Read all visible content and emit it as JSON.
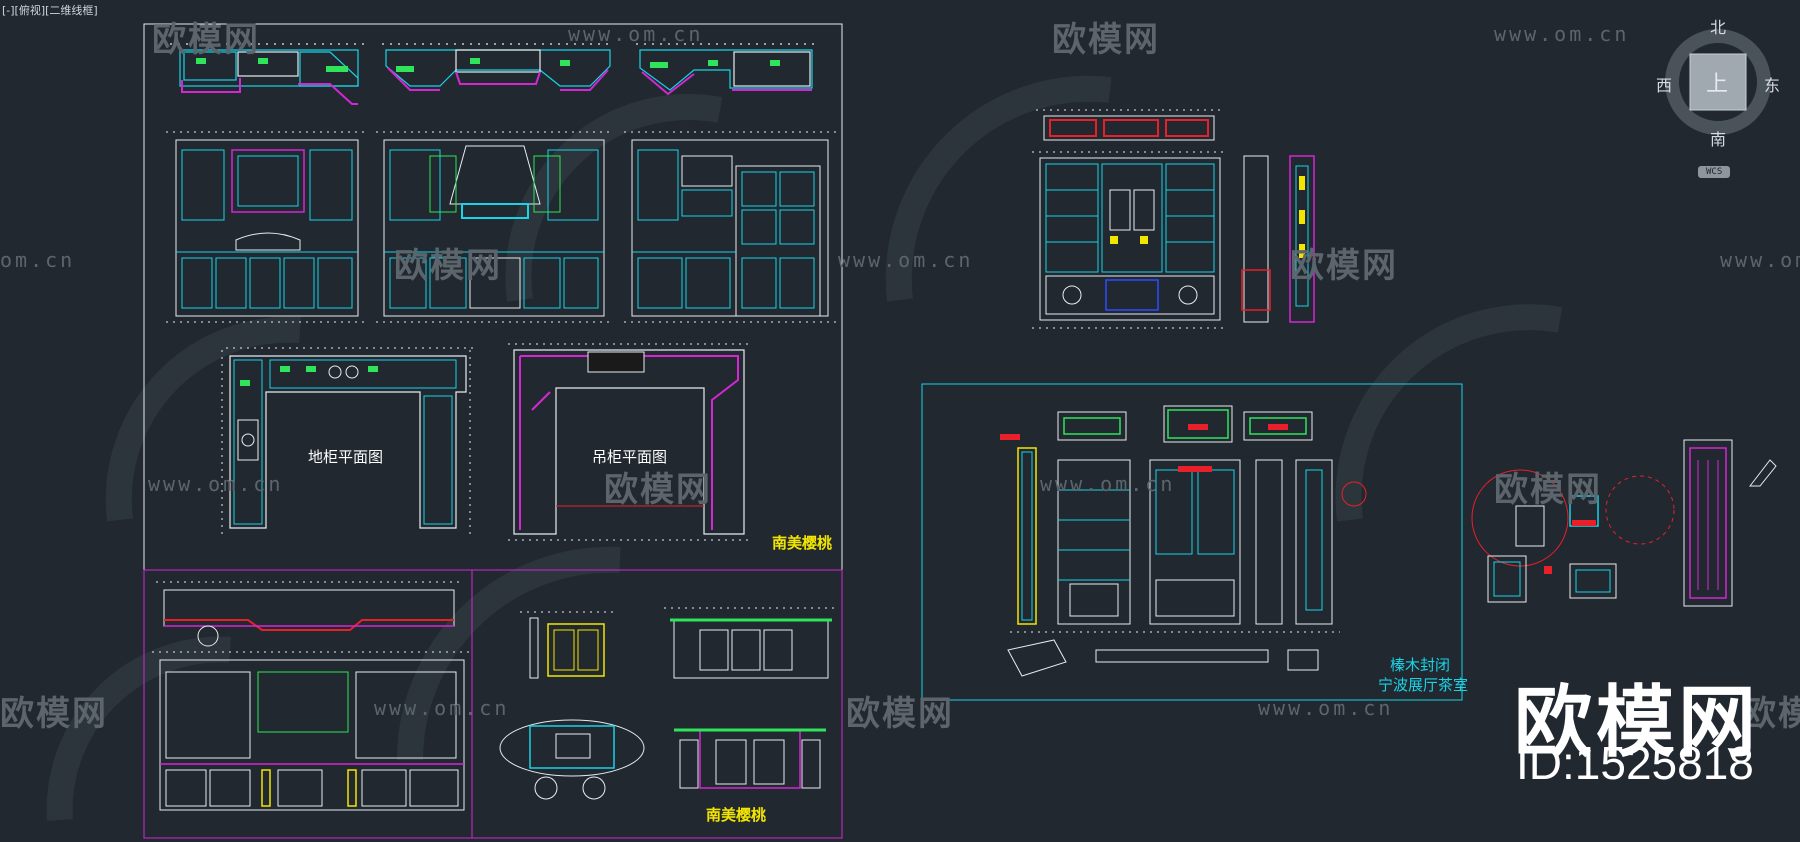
{
  "viewport_label": "[-][俯视][二维线框]",
  "watermark": {
    "logo_text": "欧模网",
    "url_text": "www.om.cn",
    "url_partial": "om.cn"
  },
  "drawings": {
    "base_cabinet_plan": "地柜平面图",
    "wall_cabinet_plan": "吊柜平面图",
    "title_kitchen_top": "南美樱桃",
    "title_kitchen_bottom": "南美樱桃",
    "title_showcase_line1": "榛木封闭",
    "title_showcase_line2": "宁波展厅茶室"
  },
  "compass": {
    "north": "北",
    "south": "南",
    "east": "东",
    "west": "西",
    "center": "上",
    "wcs_label": "WCS"
  },
  "brand": {
    "name": "欧模网",
    "id_text": "ID:1525818"
  },
  "colors": {
    "background": "#212830",
    "frame_white": "#e8ecef",
    "cyan": "#19d3e6",
    "magenta": "#d227d2",
    "green": "#2fe35a",
    "yellow": "#f2e500",
    "red": "#e8202a",
    "watermark": "#5c646c"
  }
}
